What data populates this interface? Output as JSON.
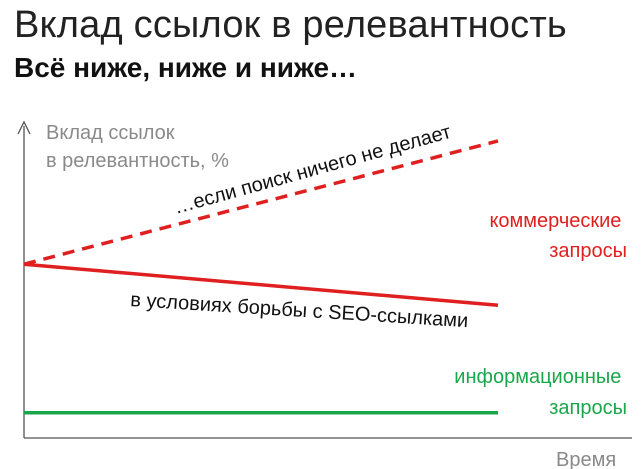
{
  "slide": {
    "title": "Вклад ссылок в релевантность",
    "subtitle": "Всё ниже, ниже и ниже…"
  },
  "chart_data": {
    "type": "line",
    "ylabel": [
      "Вклад ссылок",
      "в релевантность, %"
    ],
    "xlabel": "Время",
    "grid": false,
    "series": [
      {
        "name": "коммерческие запросы",
        "color": "#e02020",
        "style": "solid",
        "points": [
          [
            0,
            0.55
          ],
          [
            1,
            0.42
          ]
        ],
        "annotation": "в условиях борьбы с SEO-ссылками"
      },
      {
        "name": "коммерческие запросы",
        "color": "#e02020",
        "style": "dashed",
        "points": [
          [
            0,
            0.55
          ],
          [
            1,
            0.94
          ]
        ],
        "annotation": "…если поиск ничего не делает"
      },
      {
        "name": "информационные запросы",
        "color": "#1aa64a",
        "style": "solid",
        "points": [
          [
            0,
            0.08
          ],
          [
            1,
            0.08
          ]
        ]
      }
    ],
    "legend_labels": {
      "commercial": [
        "коммерческие",
        "запросы"
      ],
      "informational": [
        "информационные",
        "запросы"
      ]
    }
  }
}
